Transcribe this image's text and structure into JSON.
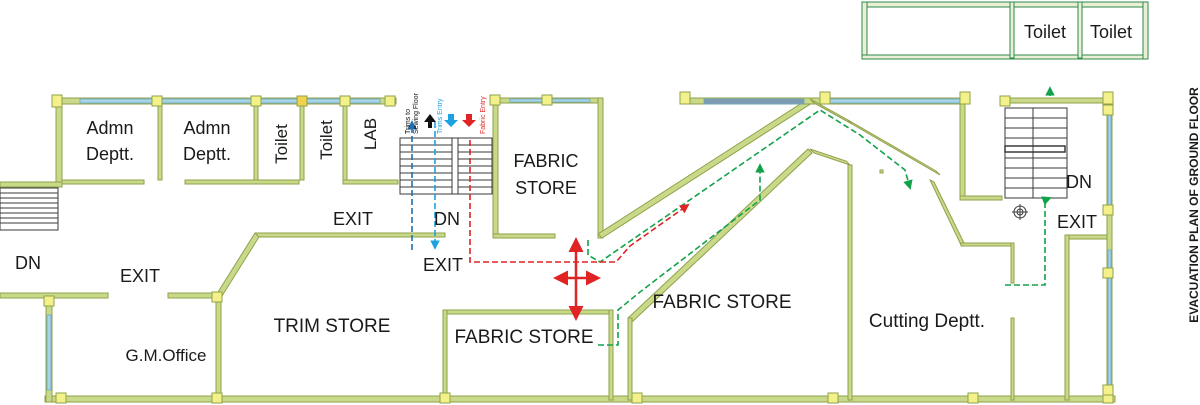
{
  "title": "EVACUATION PLAN OF GROUND FLOOR",
  "rooms": {
    "admn1": "Admn\nDeptt.",
    "admn2": "Admn\nDeptt.",
    "toilet1": "Toilet",
    "toilet2": "Toilet",
    "lab": "LAB",
    "fabric_store_top": "FABRIC\nSTORE",
    "trim_store": "TRIM STORE",
    "gm_office": "G.M.Office",
    "fabric_store_mid": "FABRIC STORE",
    "fabric_store_low": "FABRIC STORE",
    "cutting": "Cutting Deptt.",
    "toilet_top1": "Toilet",
    "toilet_top2": "Toilet"
  },
  "stair_labels": {
    "dn_left": "DN",
    "dn_center": "DN",
    "dn_right": "DN"
  },
  "exits": {
    "exit_center": "EXIT",
    "exit_left": "EXIT",
    "exit_stair": "EXIT",
    "exit_right": "EXIT"
  },
  "legend": {
    "trims_sewing": "Trims to\nSewing Floor",
    "trims_entry": "Trims Entry",
    "fabric_entry": "Fabric Entry"
  },
  "colors": {
    "wall": "#c9d98a",
    "wall_edge": "#8fa24a",
    "window": "#a9d4e6",
    "route_blue_dark": "#1f6fb2",
    "route_blue_light": "#1da1e0",
    "route_red": "#e02424",
    "route_green": "#12a24a",
    "line": "#3a3a3a"
  }
}
